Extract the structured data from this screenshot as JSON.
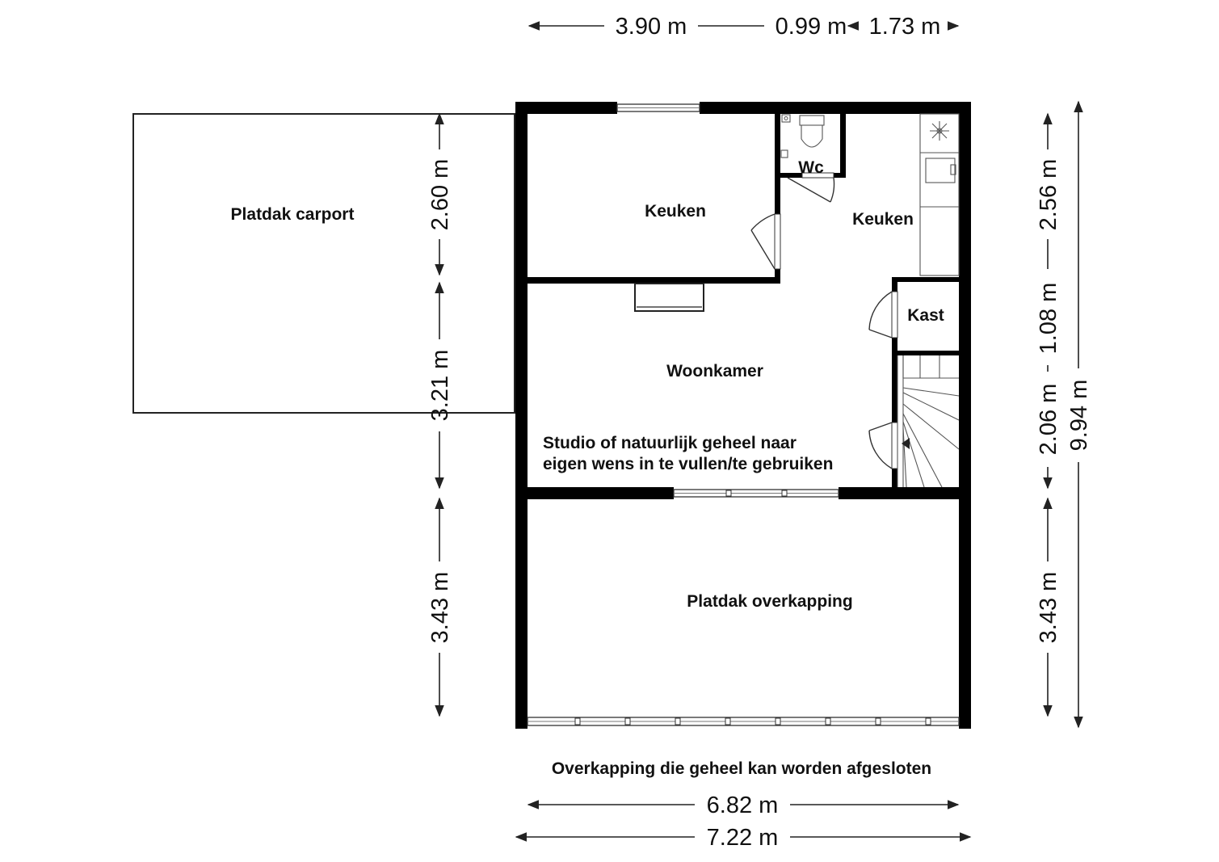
{
  "rooms": {
    "carport": "Platdak carport",
    "keuken_left": "Keuken",
    "wc": "Wc",
    "keuken_right": "Keuken",
    "kast": "Kast",
    "woonkamer": "Woonkamer",
    "note_line1": "Studio of natuurlijk geheel naar",
    "note_line2": "eigen wens in te vullen/te gebruiken",
    "overkapping": "Platdak overkapping"
  },
  "caption": "Overkapping die geheel kan worden afgesloten",
  "dimensions": {
    "top": [
      "3.90 m",
      "0.99 m",
      "1.73 m"
    ],
    "left": [
      "2.60 m",
      "3.21 m",
      "3.43 m"
    ],
    "right": [
      "2.56 m",
      "1.08 m",
      "2.06 m",
      "3.43 m"
    ],
    "total_height": "9.94 m",
    "bottom_inner": "6.82 m",
    "bottom_outer": "7.22 m"
  },
  "colors": {
    "wall": "#000000",
    "line": "#222222",
    "background": "#ffffff"
  }
}
